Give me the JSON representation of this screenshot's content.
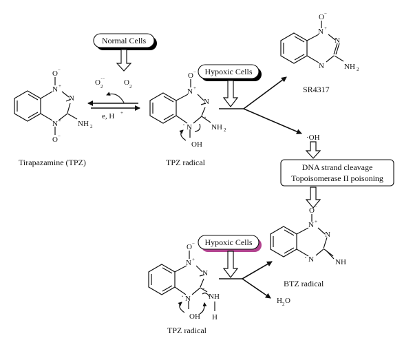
{
  "compounds": {
    "tpz": "Tirapazamine (TPZ)",
    "tpz_radical": "TPZ radical",
    "sr4317": "SR4317",
    "btz_radical": "BTZ radical",
    "tpz_radical_2": "TPZ radical"
  },
  "conditions": {
    "normal": "Normal Cells",
    "hypoxic_1": "Hypoxic Cells",
    "hypoxic_2": "Hypoxic Cells"
  },
  "process_box": {
    "line1": "DNA strand cleavage",
    "line2": "Topoisomerase II poisoning"
  },
  "reagents": {
    "reduction": "e, H",
    "proton_sup": "+",
    "superoxide": "O",
    "superoxide_sup": "·−",
    "superoxide_sub": "2",
    "oxygen": "O",
    "oxygen_sub": "2",
    "hydroxyl": "·OH",
    "water": "H",
    "water_sub": "2",
    "water_tail": "O"
  },
  "atoms": {
    "N": "N",
    "Nplus": "N",
    "plus": "+",
    "Ominus": "O",
    "minus": "−",
    "NH2": "NH",
    "sub2": "2",
    "NH": "NH",
    "H": "H",
    "OH": "OH",
    "dot": "·"
  },
  "colors": {
    "ink": "#111111",
    "hypoxic_accent": "#b2438f",
    "box_shadow": "#000000"
  }
}
